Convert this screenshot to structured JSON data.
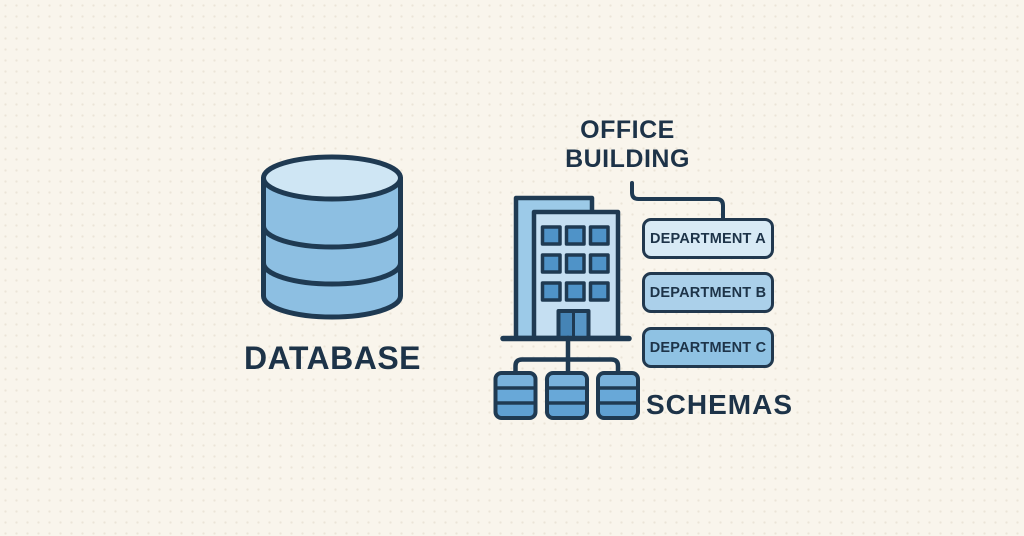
{
  "diagram": {
    "kind": "illustration-analogy",
    "left_concept": "DATABASE",
    "right_concept": "OFFICE BUILDING"
  },
  "database": {
    "label": "DATABASE"
  },
  "office_building": {
    "label": "OFFICE BUILDING"
  },
  "departments": [
    {
      "label": "DEPARTMENT A",
      "fill": "#d8eaf5"
    },
    {
      "label": "DEPARTMENT B",
      "fill": "#abd0ea"
    },
    {
      "label": "DEPARTMENT C",
      "fill": "#8fc2e3"
    }
  ],
  "schemas": {
    "label": "SCHEMAS",
    "count": 3
  },
  "icons": [
    "database-cylinder-icon",
    "office-building-icon",
    "schema-stack-icon"
  ],
  "colors": {
    "background": "#f9f5ec",
    "outline_navy": "#1f3a52",
    "text_navy": "#1d3348",
    "cylinder_top": "#cfe6f4",
    "cylinder_body": "#8dbfe2",
    "building_back_tower": "#9ccae8",
    "building_facade": "#c5dff2",
    "building_window": "#4f93c8",
    "door_left": "#4584b6",
    "door_right": "#5896c6",
    "schema_stack_top": "#79b2dc",
    "schema_stack_middle": "#68a8d8",
    "schema_stack_bottom": "#5fa0d2"
  }
}
